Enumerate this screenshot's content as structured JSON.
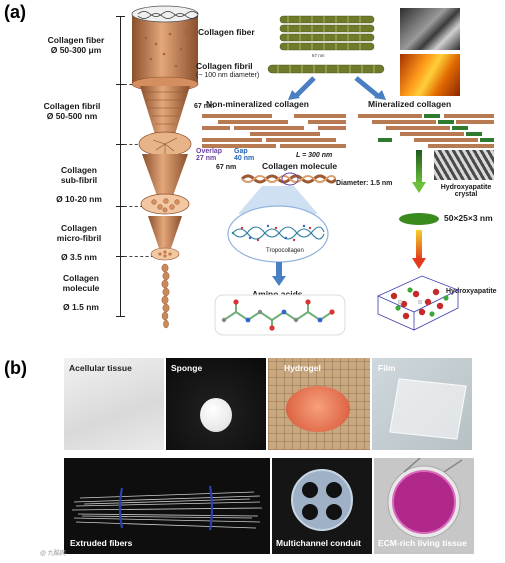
{
  "panel_a": {
    "letter": "(a)",
    "hierarchy": [
      {
        "name": "Collagen fiber",
        "dim": "Ø 50-300 μm"
      },
      {
        "name": "Collagen fibril",
        "dim": "Ø 50-500 nm"
      },
      {
        "name": "Collagen\nsub-fibril",
        "dim": "Ø 10-20 nm"
      },
      {
        "name": "Collagen\nmicro-fibril",
        "dim": "Ø 3.5 nm"
      },
      {
        "name": "Collagen\nmolecule",
        "dim": "Ø 1.5 nm"
      }
    ],
    "cone_label_67": "67 nm",
    "fiber_label": "Collagen fiber",
    "fibril_label": "Collagen fibril",
    "fibril_sub": "(~ 100 nm diameter)",
    "fibril_mark": "67 nm",
    "nonmin_label": "Non-mineralized collagen",
    "min_label": "Mineralized collagen",
    "overlap_label": "Overlap",
    "overlap_val": "27 nm",
    "gap_label": "Gap",
    "gap_val": "40 nm",
    "d67": "67 nm",
    "length_label": "L = 300 nm",
    "molecule_label": "Collagen molecule",
    "diameter_label": "Diameter: 1.5 nm",
    "tropocollagen_label": "Tropocollagen",
    "amino_label": "Amino acids",
    "hap_crystal_label": "Hydroxyapatite\ncrystal",
    "hap_size": "50×25×3 nm",
    "hap_label": "Hydroxyapatite"
  },
  "panel_b": {
    "letter": "(b)",
    "tiles": [
      {
        "label": "Acellular tissue"
      },
      {
        "label": "Sponge"
      },
      {
        "label": "Hydrogel"
      },
      {
        "label": "Film"
      },
      {
        "label": "Extruded fibers"
      },
      {
        "label": "Multichannel conduit"
      },
      {
        "label": "ECM-rich living tissue"
      }
    ],
    "watermark": "@ 九酷网"
  },
  "colors": {
    "copper": "#c98a5a",
    "copper_dark": "#9b5a33",
    "fibril_green": "#6f7a2a",
    "arrow_blue": "#4a7fc4",
    "label_blue": "#2563b0",
    "label_purple": "#6b3fa0"
  }
}
